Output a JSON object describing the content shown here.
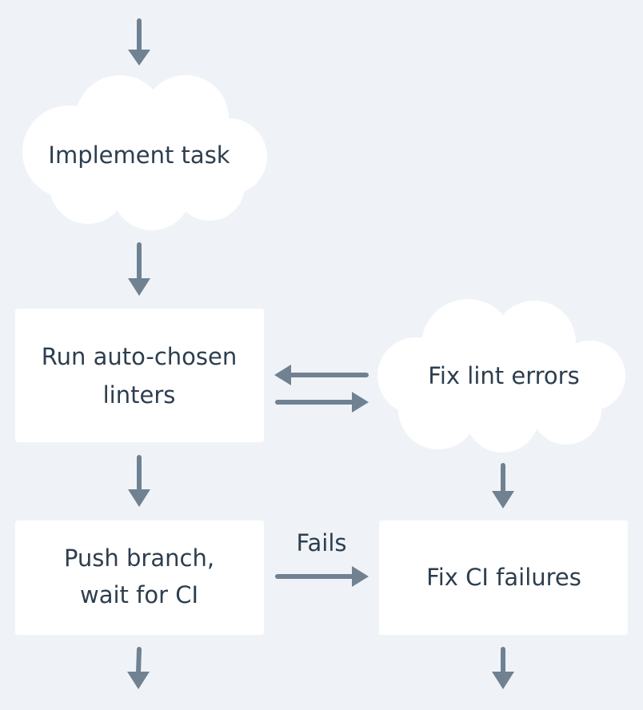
{
  "diagram": {
    "nodes": {
      "implement": {
        "label": "Implement task",
        "shape": "cloud"
      },
      "linters": {
        "line1": "Run auto-chosen",
        "line2": "linters",
        "shape": "box"
      },
      "fix_lint": {
        "label": "Fix lint errors",
        "shape": "cloud"
      },
      "push": {
        "line1": "Push branch,",
        "line2": "wait for CI",
        "shape": "box"
      },
      "fix_ci": {
        "label": "Fix CI failures",
        "shape": "box"
      }
    },
    "edges": {
      "fails_label": "Fails"
    },
    "colors": {
      "background": "#eff3f7",
      "node_fill": "#ffffff",
      "arrow": "#708192",
      "text": "#2d3e4e"
    }
  }
}
